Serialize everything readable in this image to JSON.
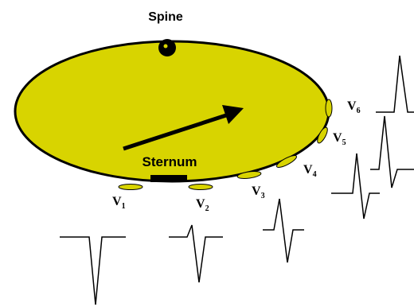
{
  "diagram": {
    "title_top": "Spine",
    "label_bottom": "Sternum",
    "leads": [
      {
        "lead": "V",
        "sub": "1"
      },
      {
        "lead": "V",
        "sub": "2"
      },
      {
        "lead": "V",
        "sub": "3"
      },
      {
        "lead": "V",
        "sub": "4"
      },
      {
        "lead": "V",
        "sub": "5"
      },
      {
        "lead": "V",
        "sub": "6"
      }
    ]
  },
  "colors": {
    "torso_fill": "#d8d400",
    "torso_stroke": "#000000",
    "electrode_fill": "#d8d400",
    "ink": "#000000"
  }
}
